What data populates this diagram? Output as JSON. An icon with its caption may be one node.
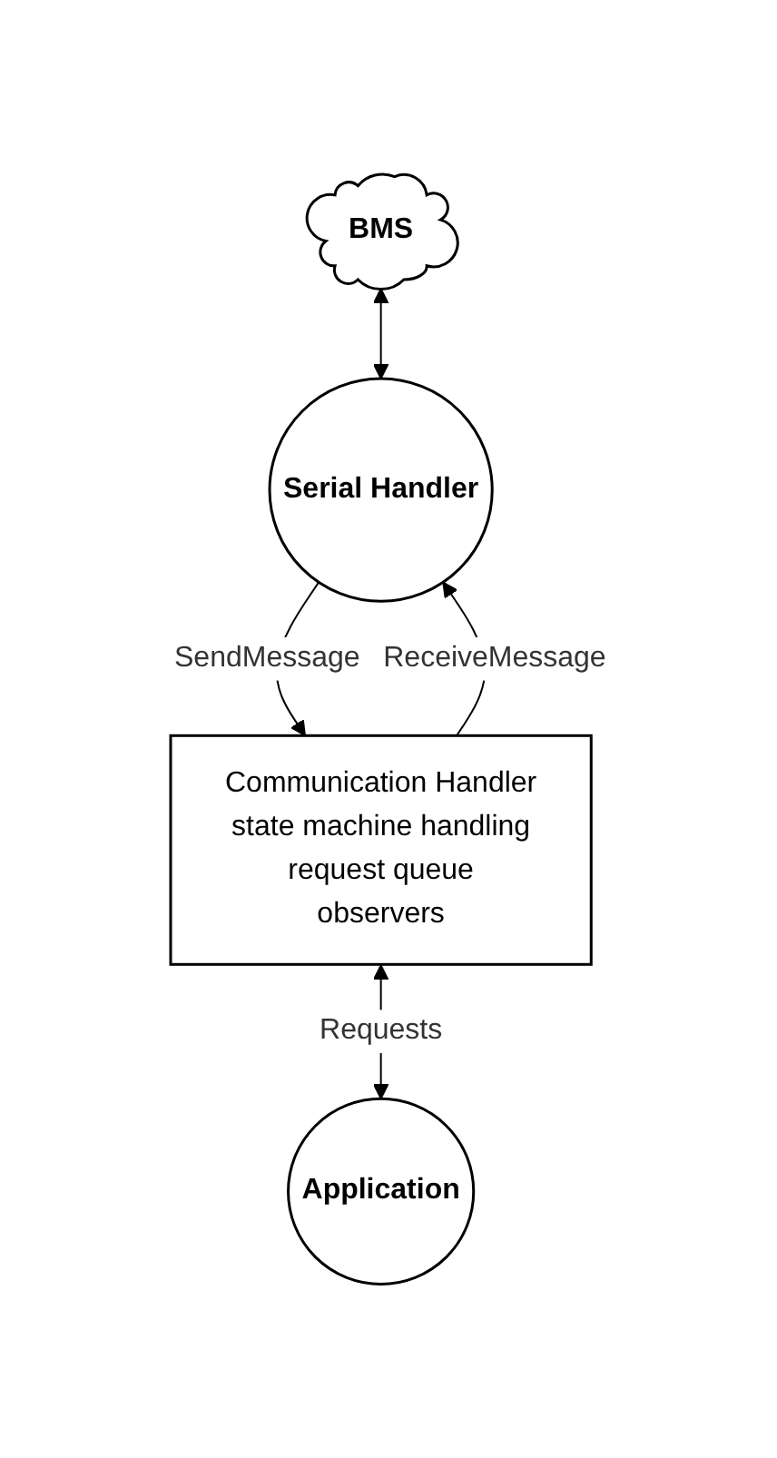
{
  "diagram": {
    "nodes": [
      {
        "text": [
          "BMS"
        ]
      },
      {
        "text": [
          "Serial Handler"
        ]
      },
      {
        "text": [
          "Communication Handler",
          "state machine handling",
          "request queue",
          "observers"
        ]
      },
      {
        "text": [
          "Application"
        ]
      }
    ],
    "edges": [
      {
        "from": 0,
        "to": 1,
        "arrow": "both"
      },
      {
        "from": 2,
        "to": 1,
        "arrow": "to",
        "label": "ReceiveMessage"
      },
      {
        "from": 1,
        "to": 2,
        "arrow": "to",
        "label": "SendMessage"
      },
      {
        "from": 2,
        "to": 3,
        "arrow": "both",
        "label": "Requests"
      }
    ]
  }
}
